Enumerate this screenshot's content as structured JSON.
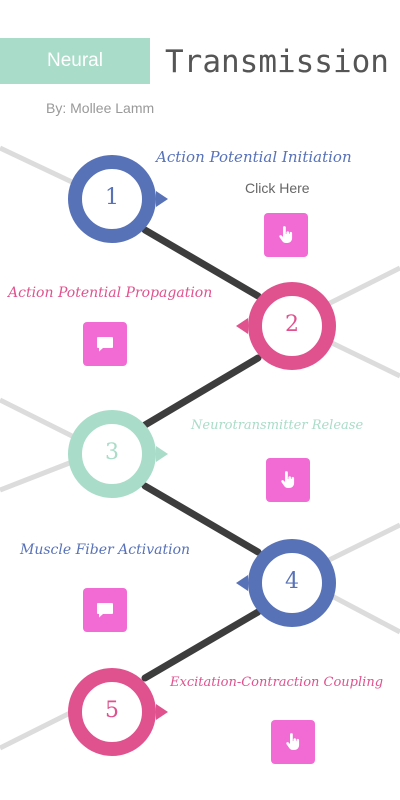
{
  "header": {
    "banner_label": "Neural",
    "title": "Transmission",
    "byline": "By: Mollee Lamm"
  },
  "colors": {
    "blue": "#5872b8",
    "pink": "#e0528e",
    "mint": "#a9dcc9",
    "button": "#f26ad3",
    "connector": "#3d3d3d",
    "background_lines": "#dcdcdc"
  },
  "steps": [
    {
      "number": "1",
      "label": "Action Potential Initiation",
      "button_hint": "Click Here",
      "button_icon": "hand-pointer-icon"
    },
    {
      "number": "2",
      "label": "Action Potential Propagation",
      "button_icon": "chat-bubble-icon"
    },
    {
      "number": "3",
      "label": "Neurotransmitter Release",
      "button_icon": "hand-pointer-icon"
    },
    {
      "number": "4",
      "label": "Muscle Fiber Activation",
      "button_icon": "chat-bubble-icon"
    },
    {
      "number": "5",
      "label": "Excitation-Contraction Coupling",
      "button_icon": "hand-pointer-icon"
    }
  ]
}
